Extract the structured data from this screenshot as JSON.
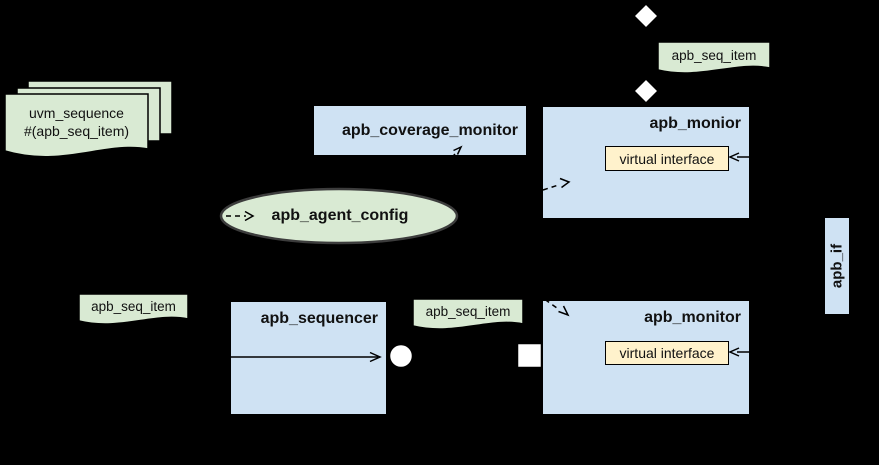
{
  "diagram": {
    "background": "#000000",
    "colors": {
      "note_green": "#d9ead3",
      "box_blue": "#cfe2f3",
      "interface_yellow": "#fff2cc",
      "port_white": "#ffffff",
      "line_black": "#000000"
    },
    "notes": {
      "uvm_sequence_stack": {
        "line1": "uvm_sequence",
        "line2": "#(apb_seq_item)"
      },
      "seq_item_top": {
        "label": "apb_seq_item"
      },
      "seq_item_left": {
        "label": "apb_seq_item"
      },
      "seq_item_middle": {
        "label": "apb_seq_item"
      }
    },
    "boxes": {
      "coverage_monitor": {
        "label": "apb_coverage_monitor"
      },
      "monitor_top": {
        "label": "apb_monior"
      },
      "monitor_bottom": {
        "label": "apb_monitor"
      },
      "sequencer": {
        "label": "apb_sequencer"
      },
      "apb_if": {
        "label": "apb_if"
      },
      "virtual_interface_top": {
        "label": "virtual interface"
      },
      "virtual_interface_bottom": {
        "label": "virtual interface"
      }
    },
    "ellipse": {
      "label": "apb_agent_config"
    }
  }
}
